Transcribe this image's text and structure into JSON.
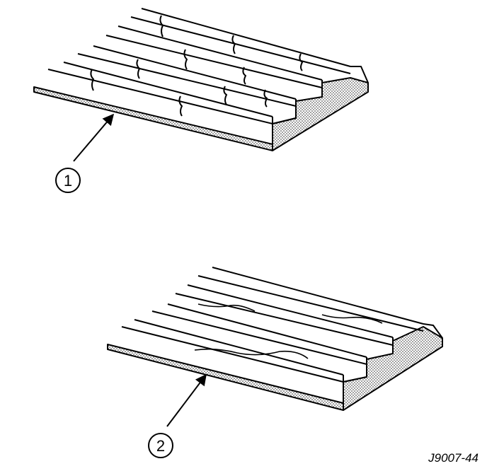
{
  "figure": {
    "reference_code": "J9007-44",
    "colors": {
      "ink": "#000000",
      "stipple": "#9a9a9a",
      "paper": "#ffffff"
    },
    "callouts": [
      {
        "label": "1",
        "meaning": ""
      },
      {
        "label": "2",
        "meaning": ""
      }
    ]
  }
}
